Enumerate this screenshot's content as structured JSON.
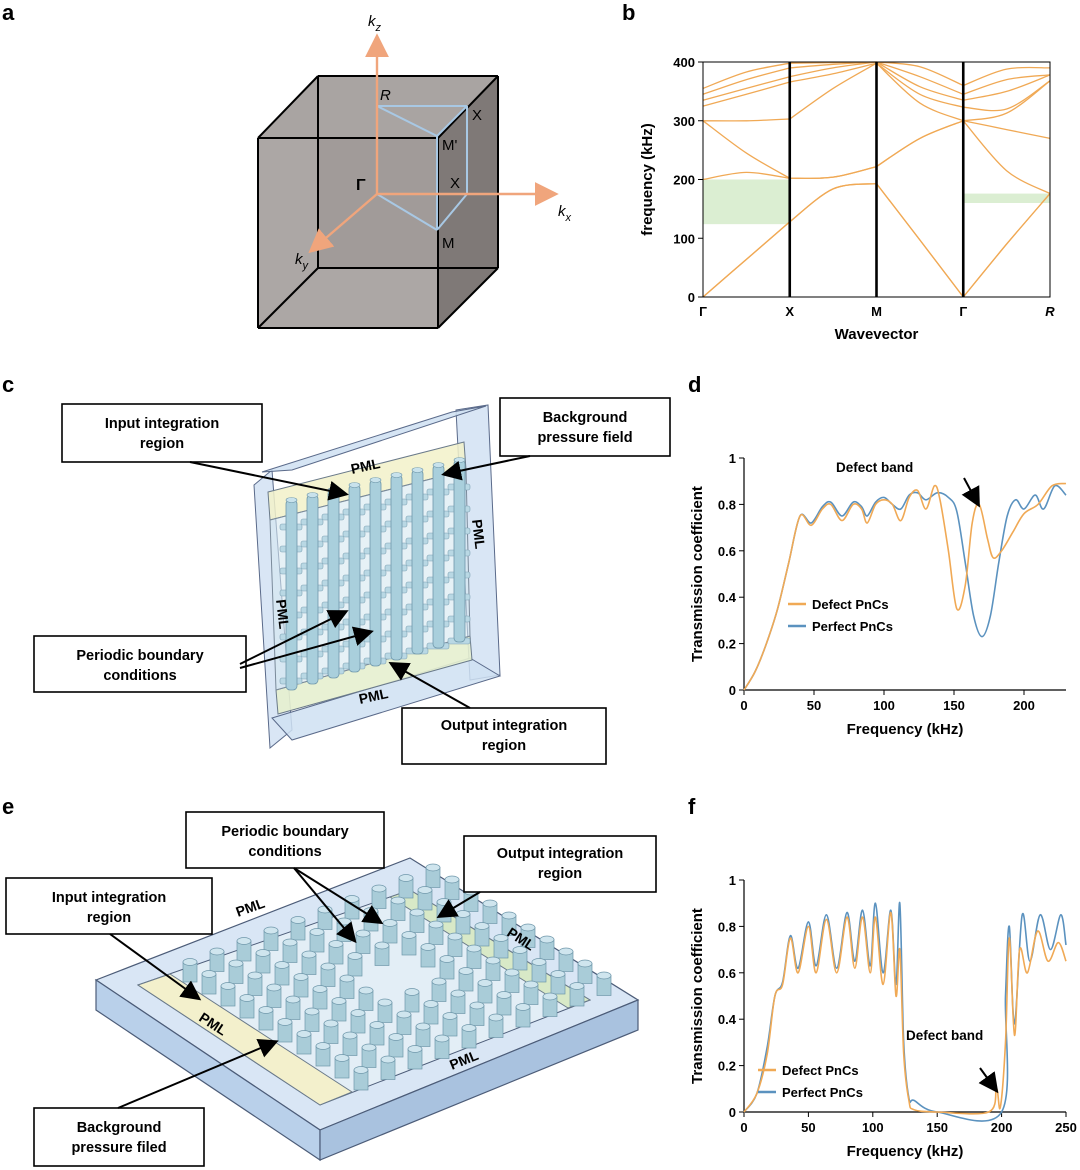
{
  "panels": [
    "a",
    "b",
    "c",
    "d",
    "e",
    "f"
  ],
  "panel_a": {
    "labels": {
      "kz": "k",
      "kz_sub": "z",
      "kx": "k",
      "kx_sub": "x",
      "ky": "k",
      "ky_sub": "y",
      "gamma": "Γ",
      "R": "R",
      "X_top": "X",
      "M_prime": "M'",
      "X_mid": "X",
      "M": "M"
    }
  },
  "panel_c": {
    "callouts": {
      "input": [
        "Input integration",
        "region"
      ],
      "background": [
        "Background",
        "pressure field"
      ],
      "periodic": [
        "Periodic boundary",
        "conditions"
      ],
      "output": [
        "Output integration",
        "region"
      ]
    },
    "pml_label": "PML"
  },
  "panel_e": {
    "callouts": {
      "periodic": [
        "Periodic boundary",
        "conditions"
      ],
      "output": [
        "Output integration",
        "region"
      ],
      "input": [
        "Input integration",
        "region"
      ],
      "background": [
        "Background",
        "pressure filed"
      ]
    },
    "pml_label": "PML"
  },
  "colors": {
    "defect": "#f0a955",
    "perfect": "#5b92bf",
    "band": "#f0a955",
    "gap": "#dbeed2",
    "arrow": "#f0a57c",
    "cube": "#9d9795",
    "bz": "#a8c8e4",
    "pml": "#cfe0f2"
  },
  "chart_data": [
    {
      "id": "b",
      "type": "line",
      "ylabel": "frequency (kHz)",
      "xlabel": "Wavevector",
      "ylim": [
        0,
        400
      ],
      "yticks": [
        "0",
        "100",
        "200",
        "300",
        "400"
      ],
      "xticks": [
        "Γ",
        "X",
        "M",
        "Γ",
        "R"
      ],
      "gaps": [
        {
          "segment": "Γ-X",
          "from": 124,
          "to": 200
        },
        {
          "segment": "Γ-R",
          "from": 160,
          "to": 176
        }
      ],
      "branches": [
        {
          "name": "",
          "values": [
            [
              0,
              0
            ],
            [
              0.5,
              64
            ],
            [
              1,
              128
            ],
            [
              1.5,
              184
            ],
            [
              2,
              193
            ],
            [
              2.5,
              97
            ],
            [
              3,
              0
            ],
            [
              3.5,
              90
            ],
            [
              4,
              176
            ]
          ]
        },
        {
          "name": "",
          "values": [
            [
              0,
              0
            ],
            [
              0.5,
              64
            ],
            [
              1,
              128
            ],
            [
              1.5,
              184
            ],
            [
              2,
              193
            ],
            [
              2.5,
              97
            ],
            [
              3,
              0
            ],
            [
              3.5,
              90
            ],
            [
              4,
              176
            ]
          ]
        },
        {
          "name": "",
          "values": [
            [
              0,
              200
            ],
            [
              0.5,
              212
            ],
            [
              1,
              202
            ],
            [
              1.5,
              204
            ],
            [
              2,
              222
            ],
            [
              2.5,
              270
            ],
            [
              3,
              300
            ],
            [
              3.5,
              215
            ],
            [
              4,
              176
            ]
          ]
        },
        {
          "name": "",
          "values": [
            [
              0,
              300
            ],
            [
              0.5,
              245
            ],
            [
              1,
              202
            ],
            [
              1.5,
              204
            ],
            [
              2,
              222
            ],
            [
              2.5,
              270
            ],
            [
              3,
              300
            ],
            [
              3.5,
              285
            ],
            [
              4,
              270
            ]
          ]
        },
        {
          "name": "",
          "values": [
            [
              0,
              300
            ],
            [
              0.5,
              300
            ],
            [
              1,
              303
            ],
            [
              1.5,
              355
            ],
            [
              2,
              398
            ],
            [
              2.5,
              330
            ],
            [
              3,
              300
            ],
            [
              3.5,
              313
            ],
            [
              4,
              368
            ]
          ]
        },
        {
          "name": "",
          "values": [
            [
              0,
              325
            ],
            [
              0.5,
              345
            ],
            [
              1,
              366
            ],
            [
              1.5,
              380
            ],
            [
              2,
              398
            ],
            [
              2.5,
              345
            ],
            [
              3,
              323
            ],
            [
              3.5,
              320
            ],
            [
              4,
              368
            ]
          ]
        },
        {
          "name": "",
          "values": [
            [
              0,
              335
            ],
            [
              0.5,
              355
            ],
            [
              1,
              375
            ],
            [
              1.5,
              390
            ],
            [
              2,
              400
            ],
            [
              2.5,
              358
            ],
            [
              3,
              335
            ],
            [
              3.5,
              350
            ],
            [
              4,
              378
            ]
          ]
        },
        {
          "name": "",
          "values": [
            [
              0,
              345
            ],
            [
              0.5,
              370
            ],
            [
              1,
              390
            ],
            [
              1.5,
              396
            ],
            [
              2,
              400
            ],
            [
              2.5,
              375
            ],
            [
              3,
              345
            ],
            [
              3.5,
              370
            ],
            [
              4,
              378
            ]
          ]
        },
        {
          "name": "",
          "values": [
            [
              0,
              355
            ],
            [
              0.5,
              383
            ],
            [
              1,
              398
            ],
            [
              1.5,
              399
            ],
            [
              2,
              400
            ],
            [
              2.5,
              392
            ],
            [
              3,
              360
            ],
            [
              3.5,
              388
            ],
            [
              4,
              390
            ]
          ]
        }
      ]
    },
    {
      "id": "d",
      "type": "line",
      "xlabel": "Frequency (kHz)",
      "ylabel": "Transmission coefficient",
      "xlim": [
        0,
        230
      ],
      "ylim": [
        0,
        1
      ],
      "xticks": [
        "0",
        "50",
        "100",
        "150",
        "200"
      ],
      "yticks": [
        "0",
        "0.2",
        "0.4",
        "0.6",
        "0.8",
        "1"
      ],
      "annotation": "Defect band",
      "series": [
        {
          "name": "Defect PnCs",
          "points": [
            [
              0,
              0
            ],
            [
              8,
              0.08
            ],
            [
              16,
              0.2
            ],
            [
              24,
              0.35
            ],
            [
              32,
              0.55
            ],
            [
              40,
              0.75
            ],
            [
              48,
              0.71
            ],
            [
              56,
              0.78
            ],
            [
              62,
              0.8
            ],
            [
              70,
              0.73
            ],
            [
              78,
              0.8
            ],
            [
              84,
              0.78
            ],
            [
              88,
              0.72
            ],
            [
              94,
              0.8
            ],
            [
              100,
              0.82
            ],
            [
              106,
              0.8
            ],
            [
              112,
              0.73
            ],
            [
              118,
              0.83
            ],
            [
              124,
              0.86
            ],
            [
              130,
              0.78
            ],
            [
              136,
              0.88
            ],
            [
              140,
              0.82
            ],
            [
              146,
              0.6
            ],
            [
              152,
              0.35
            ],
            [
              158,
              0.45
            ],
            [
              163,
              0.72
            ],
            [
              168,
              0.8
            ],
            [
              174,
              0.65
            ],
            [
              178,
              0.57
            ],
            [
              184,
              0.6
            ],
            [
              192,
              0.68
            ],
            [
              200,
              0.76
            ],
            [
              210,
              0.8
            ],
            [
              220,
              0.88
            ],
            [
              230,
              0.89
            ]
          ]
        },
        {
          "name": "Perfect PnCs",
          "points": [
            [
              0,
              0
            ],
            [
              8,
              0.08
            ],
            [
              16,
              0.2
            ],
            [
              24,
              0.35
            ],
            [
              32,
              0.55
            ],
            [
              40,
              0.75
            ],
            [
              48,
              0.72
            ],
            [
              56,
              0.79
            ],
            [
              62,
              0.81
            ],
            [
              70,
              0.75
            ],
            [
              78,
              0.81
            ],
            [
              84,
              0.79
            ],
            [
              88,
              0.75
            ],
            [
              94,
              0.81
            ],
            [
              100,
              0.83
            ],
            [
              106,
              0.8
            ],
            [
              112,
              0.78
            ],
            [
              118,
              0.84
            ],
            [
              124,
              0.85
            ],
            [
              130,
              0.82
            ],
            [
              138,
              0.85
            ],
            [
              146,
              0.83
            ],
            [
              152,
              0.77
            ],
            [
              158,
              0.55
            ],
            [
              164,
              0.32
            ],
            [
              170,
              0.23
            ],
            [
              176,
              0.32
            ],
            [
              182,
              0.55
            ],
            [
              188,
              0.75
            ],
            [
              194,
              0.82
            ],
            [
              200,
              0.78
            ],
            [
              208,
              0.84
            ],
            [
              214,
              0.78
            ],
            [
              222,
              0.88
            ],
            [
              230,
              0.84
            ]
          ]
        }
      ]
    },
    {
      "id": "f",
      "type": "line",
      "xlabel": "Frequency (kHz)",
      "ylabel": "Transmission coefficient",
      "xlim": [
        0,
        250
      ],
      "ylim": [
        0,
        1
      ],
      "xticks": [
        "0",
        "50",
        "100",
        "150",
        "200",
        "250"
      ],
      "yticks": [
        "0",
        "0.2",
        "0.4",
        "0.6",
        "0.8",
        "1"
      ],
      "annotation": "Defect band",
      "series": [
        {
          "name": "Defect PnCs",
          "points": [
            [
              0,
              0
            ],
            [
              10,
              0.08
            ],
            [
              18,
              0.25
            ],
            [
              24,
              0.5
            ],
            [
              30,
              0.55
            ],
            [
              36,
              0.75
            ],
            [
              42,
              0.6
            ],
            [
              50,
              0.8
            ],
            [
              56,
              0.6
            ],
            [
              64,
              0.83
            ],
            [
              72,
              0.6
            ],
            [
              80,
              0.84
            ],
            [
              86,
              0.62
            ],
            [
              92,
              0.84
            ],
            [
              98,
              0.6
            ],
            [
              102,
              0.84
            ],
            [
              108,
              0.55
            ],
            [
              114,
              0.86
            ],
            [
              118,
              0.5
            ],
            [
              121,
              0.7
            ],
            [
              124,
              0.25
            ],
            [
              128,
              0.05
            ],
            [
              132,
              0.01
            ],
            [
              150,
              0
            ],
            [
              190,
              0
            ],
            [
              196,
              0.1
            ],
            [
              199,
              0.02
            ],
            [
              203,
              0.3
            ],
            [
              206,
              0.75
            ],
            [
              210,
              0.33
            ],
            [
              214,
              0.7
            ],
            [
              220,
              0.6
            ],
            [
              228,
              0.78
            ],
            [
              236,
              0.65
            ],
            [
              244,
              0.73
            ],
            [
              250,
              0.65
            ]
          ]
        },
        {
          "name": "Perfect PnCs",
          "points": [
            [
              0,
              0
            ],
            [
              10,
              0.08
            ],
            [
              18,
              0.28
            ],
            [
              24,
              0.5
            ],
            [
              30,
              0.56
            ],
            [
              36,
              0.76
            ],
            [
              42,
              0.62
            ],
            [
              50,
              0.82
            ],
            [
              56,
              0.63
            ],
            [
              64,
              0.85
            ],
            [
              72,
              0.62
            ],
            [
              80,
              0.86
            ],
            [
              86,
              0.65
            ],
            [
              92,
              0.87
            ],
            [
              98,
              0.63
            ],
            [
              102,
              0.9
            ],
            [
              108,
              0.6
            ],
            [
              114,
              0.87
            ],
            [
              118,
              0.55
            ],
            [
              121,
              0.9
            ],
            [
              124,
              0.3
            ],
            [
              128,
              0.06
            ],
            [
              132,
              0.05
            ],
            [
              150,
              0
            ],
            [
              200,
              0
            ],
            [
              203,
              0.5
            ],
            [
              206,
              0.8
            ],
            [
              210,
              0.38
            ],
            [
              216,
              0.85
            ],
            [
              222,
              0.65
            ],
            [
              230,
              0.85
            ],
            [
              238,
              0.7
            ],
            [
              246,
              0.85
            ],
            [
              250,
              0.72
            ]
          ]
        }
      ]
    }
  ]
}
